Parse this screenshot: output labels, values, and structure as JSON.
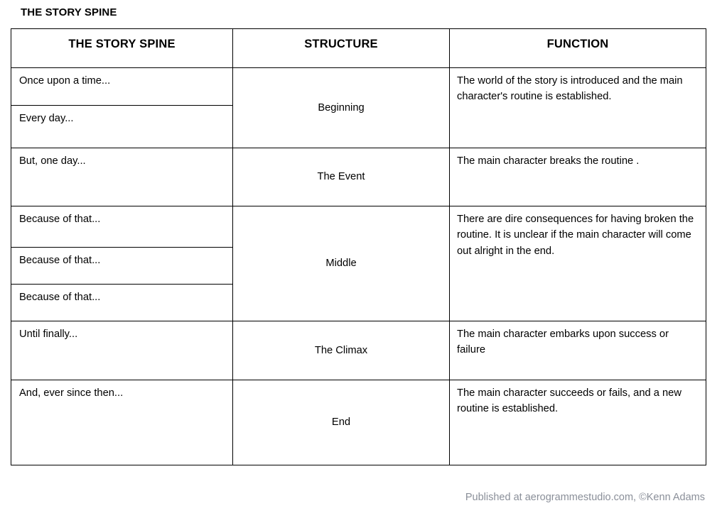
{
  "document": {
    "title": "THE STORY SPINE"
  },
  "table": {
    "headers": {
      "col1": "THE STORY SPINE",
      "col2": "STRUCTURE",
      "col3": "FUNCTION"
    },
    "spine_lines": [
      "Once upon  a time...",
      "Every day...",
      "But, one day...",
      "Because of that...",
      "Because of that...",
      "Because of that...",
      "Until finally...",
      "And, ever since then..."
    ],
    "structure": [
      "Beginning",
      "The Event",
      "Middle",
      "The Climax",
      "End"
    ],
    "function": [
      "The world of the story is introduced and the main character's routine is established.",
      "The main character breaks the routine .",
      "There are dire consequences for having broken the routine. It is unclear if the main character will come out alright in the end.",
      "The main character embarks upon success or failure",
      "The main character succeeds or fails, and a new routine is established."
    ]
  },
  "footer": {
    "credit": "Published at aerogrammestudio.com, ©Kenn Adams"
  },
  "colors": {
    "text": "#000000",
    "border": "#000000",
    "footer_text": "#8a8f99",
    "background": "#ffffff"
  }
}
